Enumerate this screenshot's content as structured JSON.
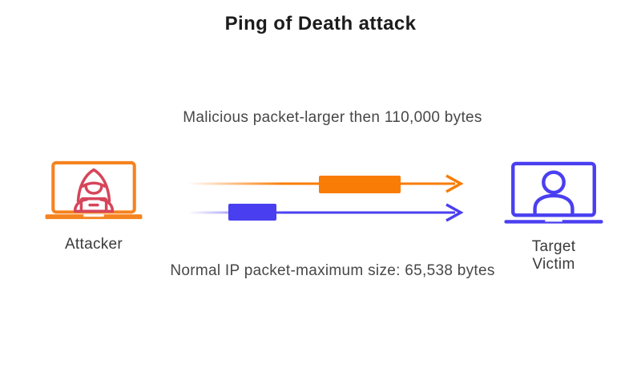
{
  "title": "Ping of Death attack",
  "diagram": {
    "labels": {
      "malicious": "Malicious packet-larger then 110,000 bytes",
      "normal": "Normal IP packet-maximum size: 65,538 bytes",
      "attacker": "Attacker",
      "victim_line1": "Target",
      "victim_line2": "Victim"
    },
    "flows": [
      {
        "name": "malicious-packet-flow",
        "from": "Attacker",
        "to": "Target Victim",
        "direction": "right",
        "color": "#F97C06"
      },
      {
        "name": "normal-packet-flow",
        "from": "Attacker",
        "to": "Target Victim",
        "direction": "right",
        "color": "#4A3FF0"
      }
    ],
    "icons": {
      "attacker": "laptop-with-hooded-hacker-icon",
      "victim": "laptop-with-user-icon"
    },
    "colors": {
      "orange": "#F97C06",
      "laptop_orange": "#F5831F",
      "hacker_red": "#D6455A",
      "blue": "#4A3FF0",
      "title_text": "#1C1C1C",
      "label_text": "#474747",
      "node_text": "#3A3A3A",
      "background": "#FFFFFF"
    }
  }
}
